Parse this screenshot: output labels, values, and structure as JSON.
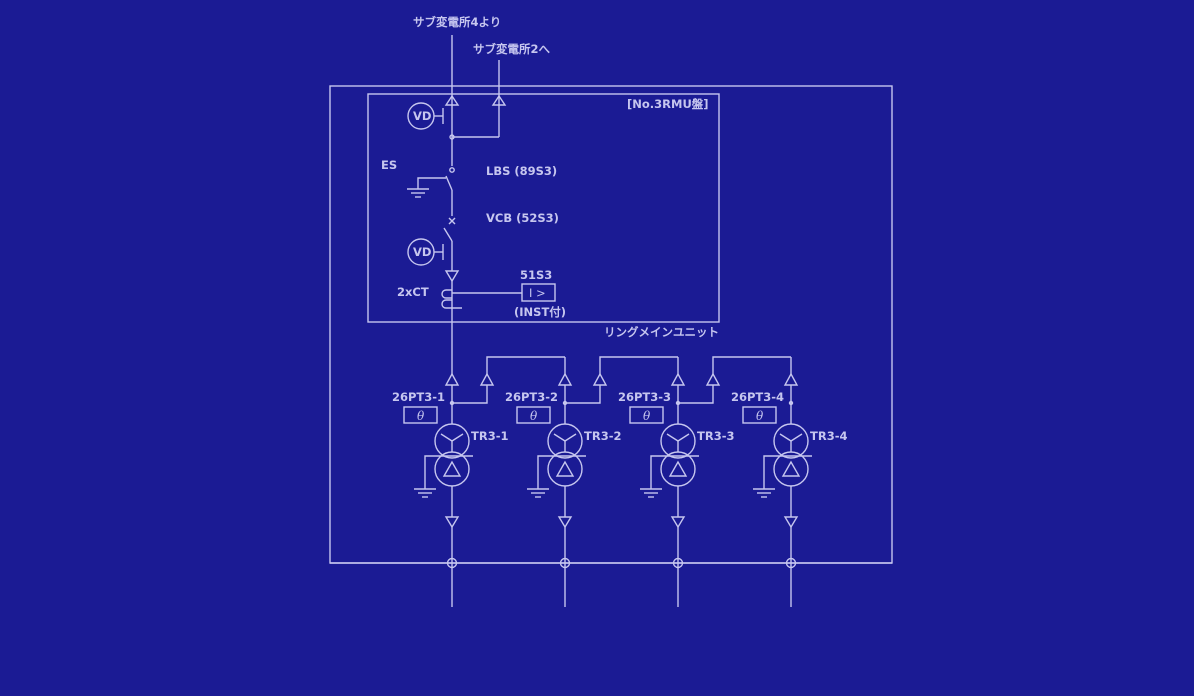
{
  "diagram": {
    "incoming_from": "サブ変電所4より",
    "outgoing_to": "サブ変電所2へ",
    "panel_label": "[No.3RMU盤]",
    "unit_label": "リングメインユニット",
    "vd_label": "VD",
    "es_label": "ES",
    "lbs_label": "LBS (89S3)",
    "vcb_label": "VCB (52S3)",
    "ct_label": "2xCT",
    "relay_name": "51S3",
    "relay_symbol": "I >",
    "relay_note": "(INST付)",
    "feeders": [
      {
        "pt": "26PT3-1",
        "theta": "θ",
        "tr": "TR3-1"
      },
      {
        "pt": "26PT3-2",
        "theta": "θ",
        "tr": "TR3-2"
      },
      {
        "pt": "26PT3-3",
        "theta": "θ",
        "tr": "TR3-3"
      },
      {
        "pt": "26PT3-4",
        "theta": "θ",
        "tr": "TR3-4"
      }
    ]
  }
}
